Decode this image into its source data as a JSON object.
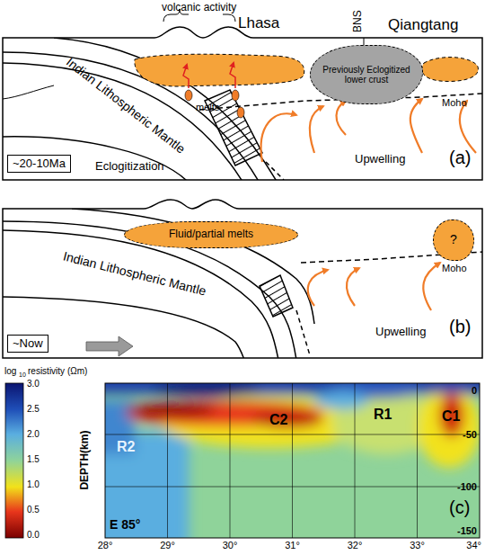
{
  "diagram": {
    "nodes": [
      {
        "text": [
          "~20-10Ma"
        ]
      },
      {
        "text": [
          "Previously Eclogitized lower crust"
        ]
      },
      {
        "text": [
          "~Now"
        ]
      },
      {
        "text": [
          "Fluid/partial melts"
        ]
      },
      {
        "text": [
          "?"
        ]
      }
    ],
    "labels": [
      "volcanic activity",
      "Lhasa",
      "BNS",
      "Qiangtang",
      "melts",
      "Moho",
      "Indian Lithospheric Mantle",
      "Eclogitization",
      "Upwelling",
      "(a)",
      "Indian Lithospheric Mantle",
      "Moho",
      "Upwelling",
      "(b)",
      "log",
      "10",
      "resistivity (Ωm)",
      "3.0",
      "2.5",
      "2.0",
      "1.5",
      "1.0",
      "0.5",
      "0.0",
      "DEPTH(km)",
      "0",
      "-50",
      "-100",
      "-150",
      "28°",
      "29°",
      "30°",
      "31°",
      "32°",
      "33°",
      "34°",
      "R2",
      "C2",
      "R1",
      "C1",
      "E 85°",
      "(c)"
    ]
  }
}
